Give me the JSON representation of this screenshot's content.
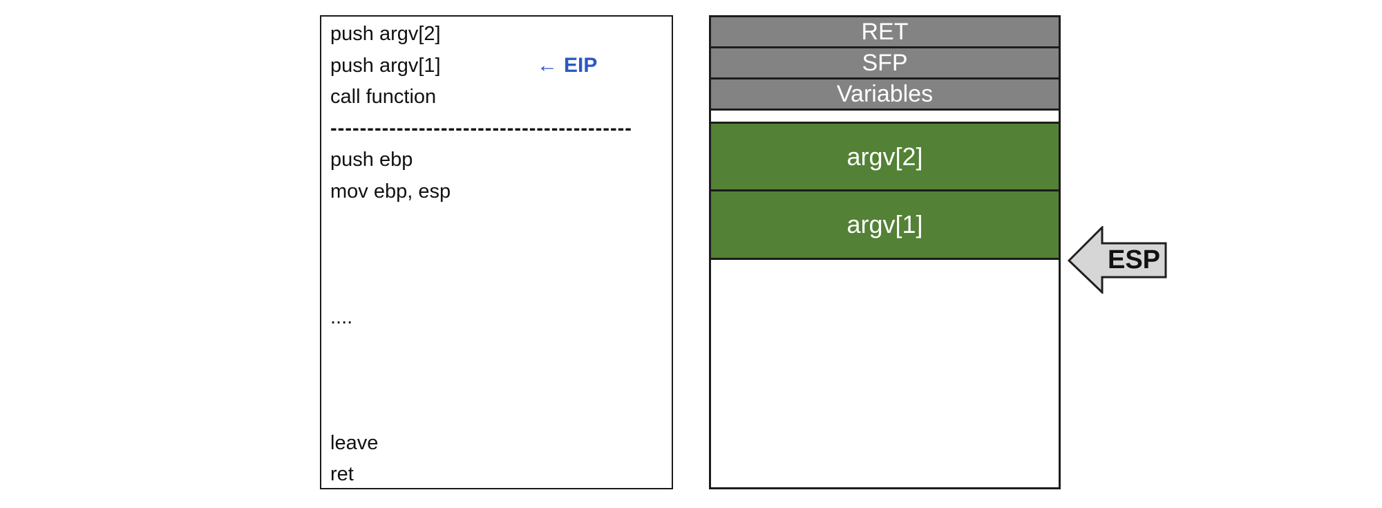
{
  "diagram": {
    "code_panel": {
      "lines": [
        "push argv[2]",
        "push argv[1]",
        "call function",
        "-----------------------------------------",
        "push ebp",
        "mov ebp, esp",
        "",
        "",
        "",
        "....",
        "",
        "",
        "",
        "leave",
        "ret"
      ],
      "eip": {
        "arrow_glyph": "←",
        "label": "EIP"
      }
    },
    "stack_panel": {
      "rows": [
        {
          "label": "RET",
          "kind": "gray"
        },
        {
          "label": "SFP",
          "kind": "gray"
        },
        {
          "label": "Variables",
          "kind": "gray"
        },
        {
          "label": "argv[2]",
          "kind": "green"
        },
        {
          "label": "argv[1]",
          "kind": "green"
        }
      ]
    },
    "esp_pointer": {
      "label": "ESP"
    },
    "colors": {
      "stack_gray": "#838383",
      "stack_green": "#538135",
      "eip_blue": "#2b58c4",
      "esp_arrow_fill": "#d6d6d6",
      "border_dark": "#1c1c1c"
    }
  }
}
